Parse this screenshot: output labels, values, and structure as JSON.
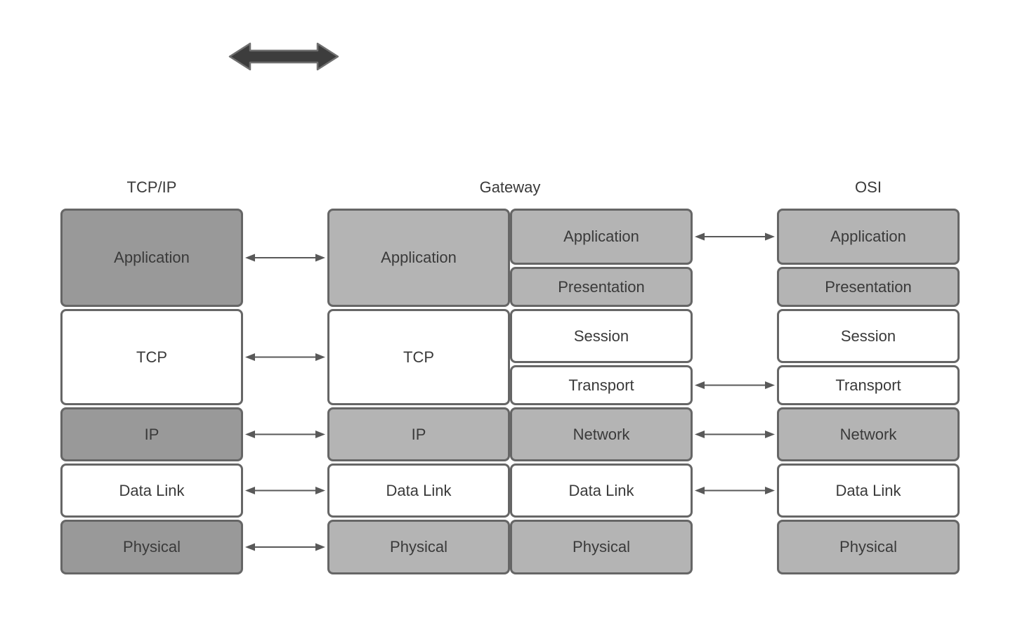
{
  "palette": {
    "background": "#ffffff",
    "box_dark_gray": "#999999",
    "box_light_gray": "#b4b4b4",
    "box_white": "#ffffff",
    "box_border": "#666666",
    "label_text": "#3a3a3a",
    "connector": "#595959",
    "thick_arrow_fill": "#3d3d3d",
    "thick_arrow_stroke": "#707070"
  },
  "top_arrow": {
    "icon": "double-headed-arrow-icon"
  },
  "headers": [
    {
      "id": "tcpip",
      "label": "TCP/IP"
    },
    {
      "id": "gateway",
      "label": "Gateway"
    },
    {
      "id": "osi",
      "label": "OSI"
    }
  ],
  "stacks": [
    {
      "id": "tcpip",
      "layers": [
        {
          "label": "Application",
          "tone": "dark"
        },
        {
          "label": "TCP",
          "tone": "white"
        },
        {
          "label": "IP",
          "tone": "dark"
        },
        {
          "label": "Data Link",
          "tone": "white"
        },
        {
          "label": "Physical",
          "tone": "dark"
        }
      ]
    },
    {
      "id": "gateway-left",
      "layers": [
        {
          "label": "Application",
          "tone": "light"
        },
        {
          "label": "TCP",
          "tone": "white"
        },
        {
          "label": "IP",
          "tone": "light"
        },
        {
          "label": "Data Link",
          "tone": "white"
        },
        {
          "label": "Physical",
          "tone": "light"
        }
      ]
    },
    {
      "id": "gateway-right",
      "layers": [
        {
          "label": "Application",
          "tone": "light"
        },
        {
          "label": "Presentation",
          "tone": "light"
        },
        {
          "label": "Session",
          "tone": "white"
        },
        {
          "label": "Transport",
          "tone": "white"
        },
        {
          "label": "Network",
          "tone": "light"
        },
        {
          "label": "Data Link",
          "tone": "white"
        },
        {
          "label": "Physical",
          "tone": "light"
        }
      ]
    },
    {
      "id": "osi",
      "layers": [
        {
          "label": "Application",
          "tone": "light"
        },
        {
          "label": "Presentation",
          "tone": "light"
        },
        {
          "label": "Session",
          "tone": "white"
        },
        {
          "label": "Transport",
          "tone": "white"
        },
        {
          "label": "Network",
          "tone": "light"
        },
        {
          "label": "Data Link",
          "tone": "white"
        },
        {
          "label": "Physical",
          "tone": "light"
        }
      ]
    }
  ],
  "connections": {
    "tcpip_gateway": {
      "rows": [
        "Application",
        "TCP",
        "IP",
        "Data Link",
        "Physical"
      ]
    },
    "gateway_osi": {
      "rows": [
        "Application",
        "Transport",
        "Network",
        "Data Link"
      ]
    }
  }
}
